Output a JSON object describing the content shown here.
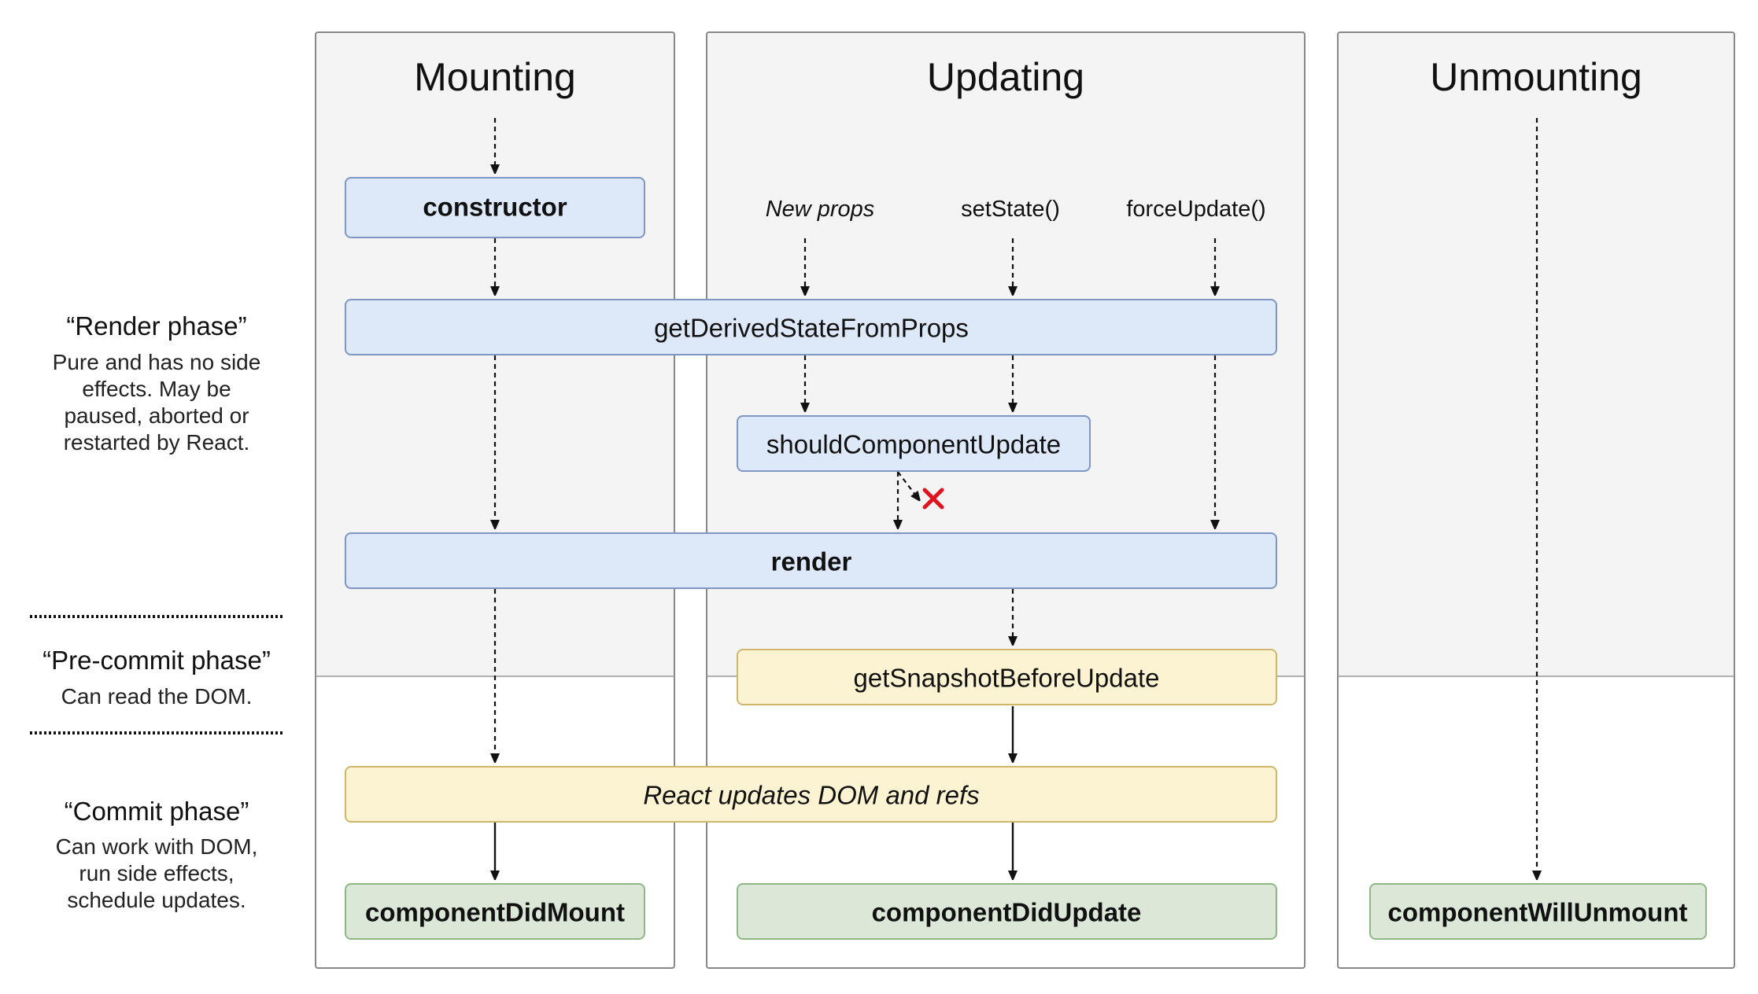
{
  "columns": {
    "mounting": "Mounting",
    "updating": "Updating",
    "unmounting": "Unmounting"
  },
  "triggers": {
    "new_props": "New props",
    "set_state": "setState()",
    "force_update": "forceUpdate()"
  },
  "methods": {
    "constructor": "constructor",
    "get_derived_state": "getDerivedStateFromProps",
    "should_component_update": "shouldComponentUpdate",
    "render": "render",
    "get_snapshot": "getSnapshotBeforeUpdate",
    "react_updates_dom": "React updates DOM and refs",
    "component_did_mount": "componentDidMount",
    "component_did_update": "componentDidUpdate",
    "component_will_unmount": "componentWillUnmount"
  },
  "phases": {
    "render": {
      "title": "“Render phase”",
      "desc": [
        "Pure and has no side",
        "effects. May be",
        "paused, aborted or",
        "restarted by React."
      ]
    },
    "pre_commit": {
      "title": "“Pre-commit phase”",
      "desc": [
        "Can read the DOM."
      ]
    },
    "commit": {
      "title": "“Commit phase”",
      "desc": [
        "Can work with DOM,",
        "run side effects,",
        "schedule updates."
      ]
    }
  },
  "colors": {
    "column_bg": "#f4f4f4",
    "column_border": "#888888",
    "render_box_fill": "#dde8f9",
    "render_box_stroke": "#7f95c4",
    "precommit_box_fill": "#fcf3d2",
    "precommit_box_stroke": "#cfb66a",
    "commit_box_fill": "#dbe8d8",
    "commit_box_stroke": "#8fb786",
    "cancel_mark": "#e0141e"
  },
  "icons": {
    "arrow": "arrowhead-icon",
    "cancel": "cross-icon"
  }
}
